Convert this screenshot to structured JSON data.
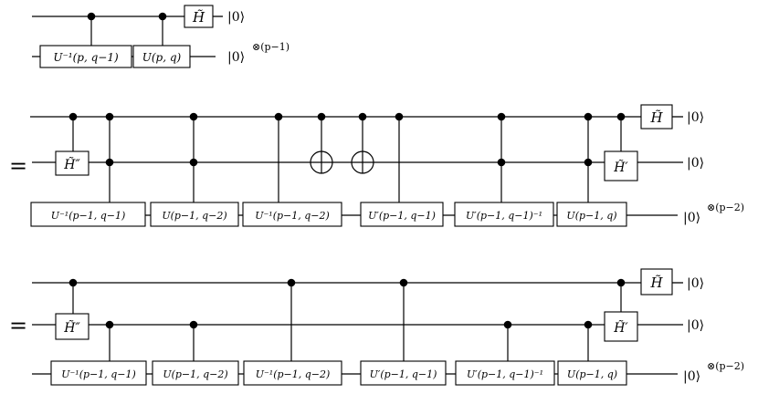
{
  "symbols": {
    "equals": "=",
    "ket_zero": "|0⟩",
    "ket_zero_pow_p1": "|0⟩",
    "pow_p1": "⊗(p−1)",
    "ket_zero_pow_p2": "|0⟩",
    "pow_p2": "⊗(p−2)"
  },
  "gates": {
    "h_tilde": "H̃",
    "h_tilde_dd": "H̃″",
    "h_tilde_d": "H̃′",
    "u_inv_p_q1": "U⁻¹(p, q−1)",
    "u_p_q": "U(p, q)",
    "u_inv_p1_q1": "U⁻¹(p−1, q−1)",
    "u_p1_q2": "U(p−1, q−2)",
    "u_inv_p1_q2": "U⁻¹(p−1, q−2)",
    "u_d_p1_q1": "U′(p−1, q−1)",
    "u_d_p1_q1_inv": "U′(p−1, q−1)⁻¹",
    "u_p1_q": "U(p−1, q)"
  }
}
